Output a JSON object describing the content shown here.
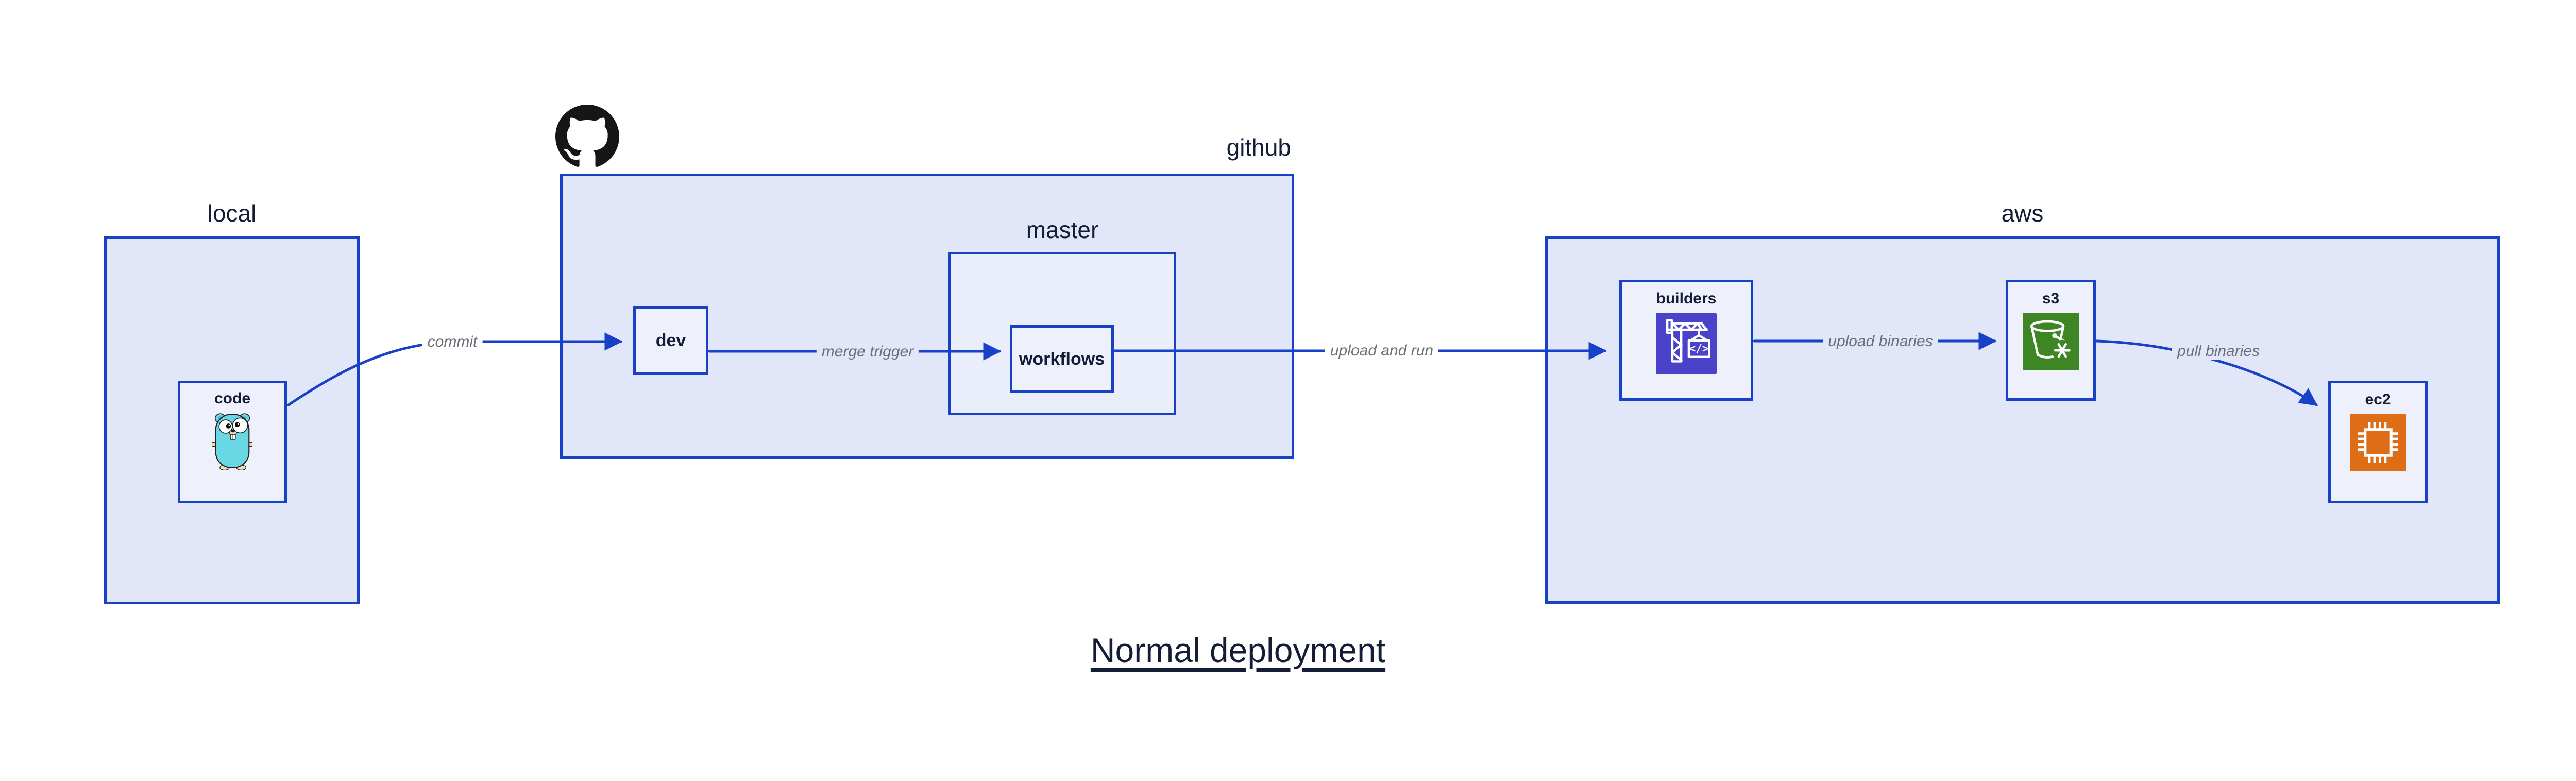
{
  "title": "Normal deployment",
  "groups": {
    "local": {
      "label": "local"
    },
    "github": {
      "label": "github"
    },
    "master": {
      "label": "master"
    },
    "aws": {
      "label": "aws"
    }
  },
  "nodes": {
    "code": {
      "label": "code",
      "icon": "go-gopher-icon"
    },
    "dev": {
      "label": "dev"
    },
    "workflows": {
      "label": "workflows"
    },
    "builders": {
      "label": "builders",
      "icon": "aws-codebuild-crane-icon"
    },
    "s3": {
      "label": "s3",
      "icon": "aws-s3-glacier-bucket-icon"
    },
    "ec2": {
      "label": "ec2",
      "icon": "aws-ec2-chip-icon"
    }
  },
  "edges": {
    "commit": {
      "label": "commit",
      "from": "code",
      "to": "dev"
    },
    "merge_trigger": {
      "label": "merge trigger",
      "from": "dev",
      "to": "workflows"
    },
    "upload_and_run": {
      "label": "upload and run",
      "from": "workflows",
      "to": "builders"
    },
    "upload_binaries": {
      "label": "upload binaries",
      "from": "builders",
      "to": "s3"
    },
    "pull_binaries": {
      "label": "pull binaries",
      "from": "s3",
      "to": "ec2"
    }
  },
  "icons": {
    "github_logo": "github-octocat-icon"
  },
  "colors": {
    "border_and_arrow_blue": "#1741c6",
    "container_fill": "#e1e7f8",
    "node_fill": "#eef1fb",
    "heading_navy": "#141d36",
    "edge_label_gray": "#6b7078",
    "codebuild_purple": "#4a43c9",
    "s3_green": "#3e8624",
    "ec2_orange": "#dd6e17",
    "gopher_teal": "#6ad7e5",
    "github_black": "#171515"
  }
}
